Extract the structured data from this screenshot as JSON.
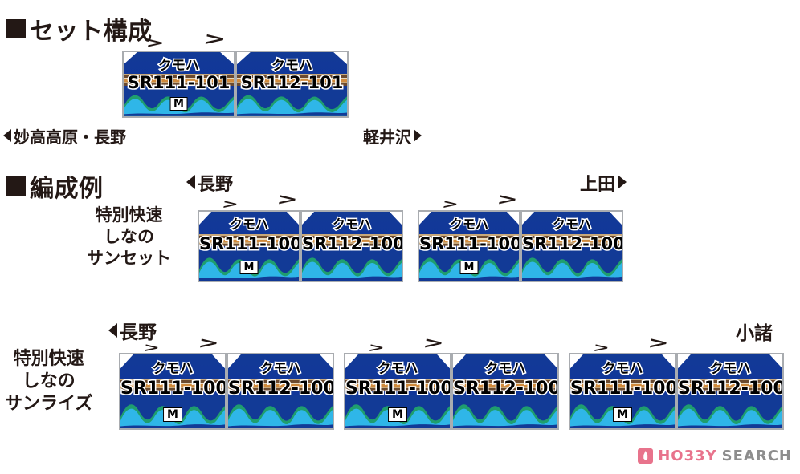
{
  "sections": {
    "set_composition": {
      "marker": "■",
      "title": "セット構成"
    },
    "formation_example": {
      "marker": "■",
      "title": "編成例"
    }
  },
  "set_row": {
    "left_label": "妙高高原・長野",
    "right_label": "軽井沢",
    "cars": [
      {
        "type": "クモハ",
        "number": "SR111-101",
        "motor": "M"
      },
      {
        "type": "クモハ",
        "number": "SR112-101",
        "motor": ""
      }
    ]
  },
  "formation_rows": [
    {
      "train_name": [
        "特別快速",
        "しなの",
        "サンセット"
      ],
      "left_label": "長野",
      "right_label": "上田",
      "units": [
        [
          {
            "type": "クモハ",
            "number": "SR111-100",
            "motor": "M"
          },
          {
            "type": "クモハ",
            "number": "SR112-100",
            "motor": ""
          }
        ],
        [
          {
            "type": "クモハ",
            "number": "SR111-100",
            "motor": "M"
          },
          {
            "type": "クモハ",
            "number": "SR112-100",
            "motor": ""
          }
        ]
      ]
    },
    {
      "train_name": [
        "特別快速",
        "しなの",
        "サンライズ"
      ],
      "left_label": "長野",
      "right_label": "小諸",
      "units": [
        [
          {
            "type": "クモハ",
            "number": "SR111-100",
            "motor": "M"
          },
          {
            "type": "クモハ",
            "number": "SR112-100",
            "motor": ""
          }
        ],
        [
          {
            "type": "クモハ",
            "number": "SR111-100",
            "motor": "M"
          },
          {
            "type": "クモハ",
            "number": "SR112-100",
            "motor": ""
          }
        ],
        [
          {
            "type": "クモハ",
            "number": "SR111-100",
            "motor": "M"
          },
          {
            "type": "クモハ",
            "number": "SR112-100",
            "motor": ""
          }
        ]
      ]
    }
  ],
  "pantograph_marker": ">",
  "watermark": {
    "brand": "HO33Y",
    "suffix": "SEARCH"
  },
  "colors": {
    "body_blue": "#123a96",
    "car_outline": "#a9acb0",
    "stripe_tan": "#c8a87a",
    "stripe_brown": "#6b4a2f",
    "stripe_orange": "#d08a3c",
    "stripe_cream": "#e6d8be",
    "wave_cyan": "#2fb6e8",
    "wave_green": "#1f9e6e",
    "text_dark": "#231815",
    "watermark_pink": "#e8738c",
    "watermark_gray": "#8d8d8d"
  }
}
